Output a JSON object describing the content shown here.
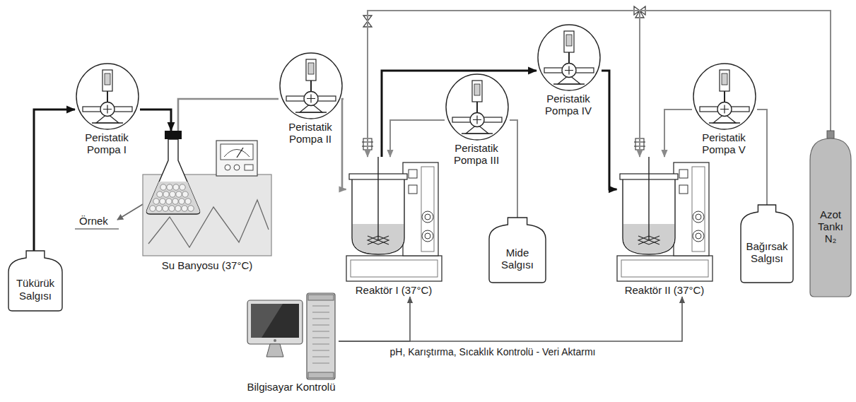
{
  "diagram": {
    "nodes": [
      {
        "text": [
          "Tükürük Salgısı"
        ]
      },
      {
        "text": [
          "Peristatik Pompa I"
        ]
      },
      {
        "text": [
          "Su Banyosu (37°C)"
        ]
      },
      {
        "text": [
          "Peristatik Pompa II"
        ]
      },
      {
        "text": [
          "Reaktör I (37°C)"
        ]
      },
      {
        "text": [
          "Peristatik Pompa III"
        ]
      },
      {
        "text": [
          "Mide Salgısı"
        ]
      },
      {
        "text": [
          "Peristatik Pompa IV"
        ]
      },
      {
        "text": [
          "Reaktör II (37°C)"
        ]
      },
      {
        "text": [
          "Peristatik Pompa V"
        ]
      },
      {
        "text": [
          "Bağırsak Salgısı"
        ]
      },
      {
        "text": [
          "Azot Tankı N₂"
        ]
      },
      {
        "text": [
          "Bilgisayar Kontrolü"
        ]
      }
    ],
    "edges": [
      {
        "from": 0,
        "to": 1,
        "arrow": "to"
      },
      {
        "from": 1,
        "to": 2,
        "arrow": "to"
      },
      {
        "from": 2,
        "to": 3,
        "arrow": "none"
      },
      {
        "from": 3,
        "to": 4,
        "arrow": "to"
      },
      {
        "from": 6,
        "to": 5,
        "arrow": "none"
      },
      {
        "from": 5,
        "to": 4,
        "arrow": "to"
      },
      {
        "from": 4,
        "to": 7,
        "arrow": "to"
      },
      {
        "from": 7,
        "to": 8,
        "arrow": "to"
      },
      {
        "from": 10,
        "to": 9,
        "arrow": "none"
      },
      {
        "from": 9,
        "to": 8,
        "arrow": "to"
      },
      {
        "from": 11,
        "to": 4,
        "arrow": "to"
      },
      {
        "from": 11,
        "to": 8,
        "arrow": "to"
      },
      {
        "from": 12,
        "to": 4,
        "arrow": "to"
      },
      {
        "from": 12,
        "to": 8,
        "arrow": "to",
        "label": "pH, Karıştırma, Sıcaklık Kontrolü - Veri Aktarmı"
      }
    ],
    "labels": [
      "Örnek"
    ]
  }
}
